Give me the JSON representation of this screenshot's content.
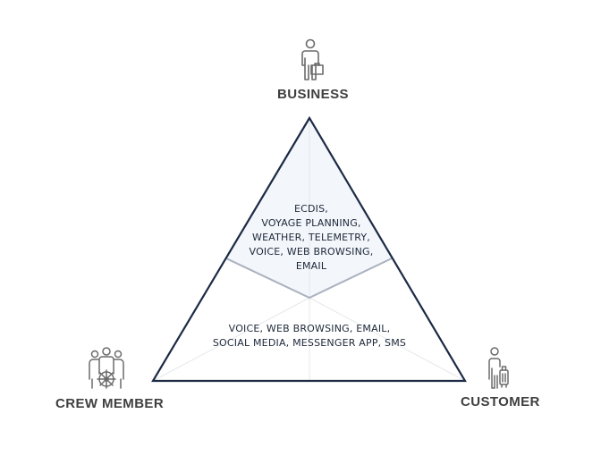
{
  "roles": {
    "business": "BUSINESS",
    "crew": "CREW MEMBER",
    "customer": "CUSTOMER"
  },
  "icons": {
    "business": "businessman-with-briefcase-icon",
    "crew": "crew-group-with-ship-wheel-icon",
    "customer": "traveler-with-luggage-icon"
  },
  "business_apps": [
    "ECDIS,",
    "VOYAGE PLANNING,",
    "WEATHER, TELEMETRY,",
    "VOICE, WEB BROWSING,",
    "EMAIL"
  ],
  "crew_apps": [
    "VOICE, WEB BROWSING, EMAIL,",
    "SOCIAL MEDIA, MESSENGER APP, SMS"
  ],
  "colors": {
    "triangle_stroke": "#1c2a44",
    "divider": "#aab2be",
    "guide": "#e6e8ec",
    "top_fill": "#f3f6fb",
    "label": "#3f3f3f",
    "icon": "#6b6b6b"
  }
}
